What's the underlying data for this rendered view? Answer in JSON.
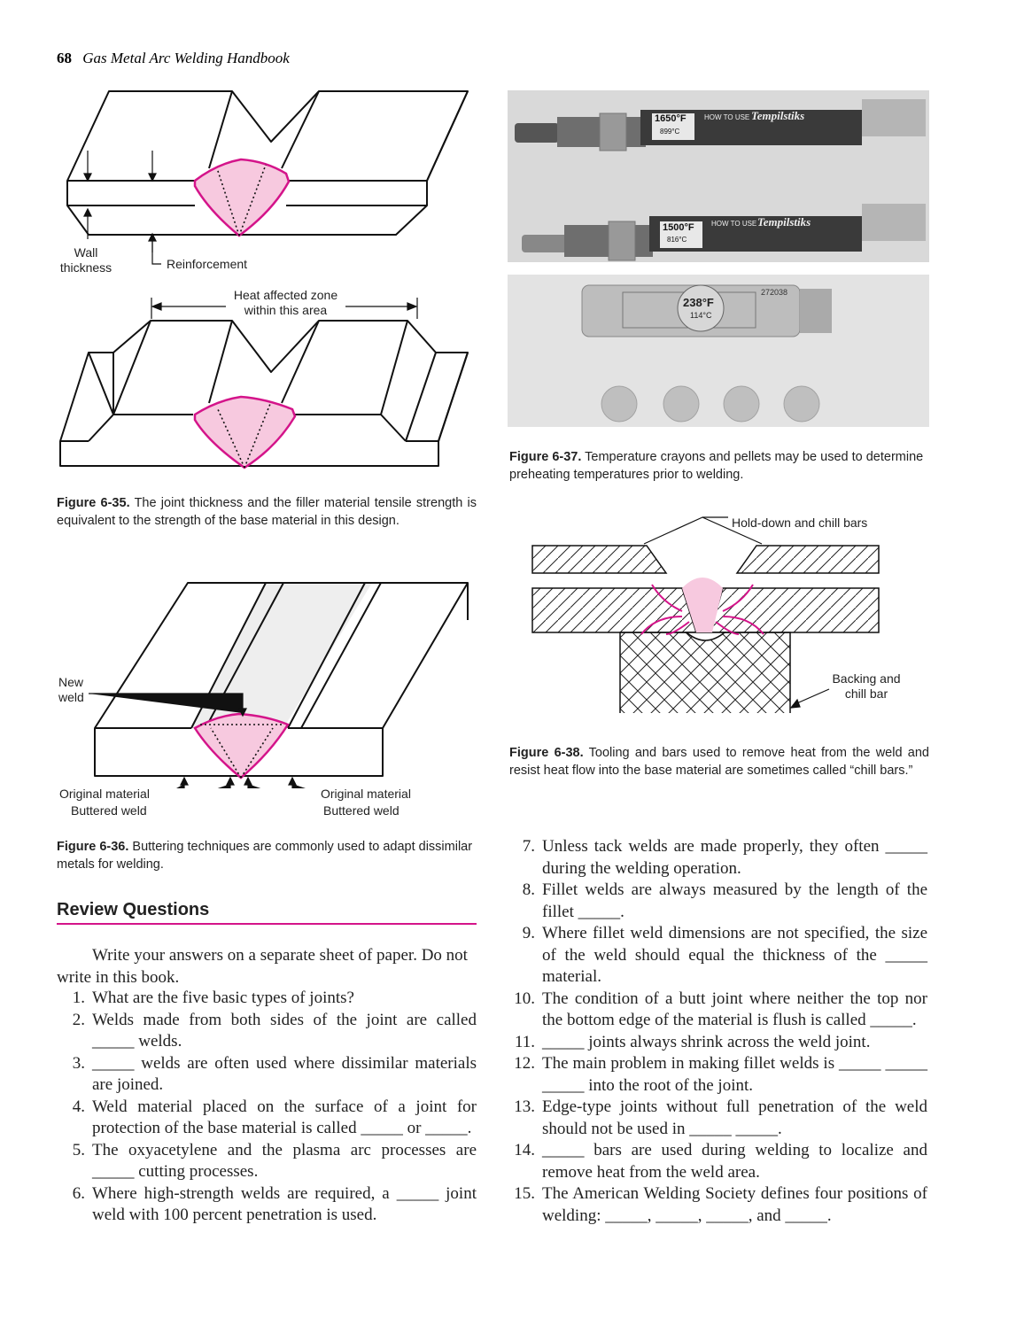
{
  "header": {
    "page_number": "68",
    "book_title": "Gas Metal Arc Welding Handbook"
  },
  "fig35": {
    "wall_label": "Wall\nthickness",
    "reinforcement_label": "Reinforcement",
    "haz_label": "Heat affected zone\nwithin this area",
    "caption_num": "Figure 6-35.",
    "caption_text": " The joint thickness and the filler material tensile strength is equivalent to the strength of the base material in this design."
  },
  "fig36": {
    "new_weld_label": "New\nweld",
    "orig_left": "Original material",
    "butt_left": "Buttered weld",
    "orig_right": "Original material",
    "butt_right": "Buttered weld",
    "caption_num": "Figure 6-36.",
    "caption_text": " Buttering techniques are commonly used to adapt dissimilar metals for welding."
  },
  "fig37": {
    "crayon1_temp": "1650°F",
    "crayon1_sub": "899°C",
    "crayon1_brand": "Tempilstiks",
    "crayon1_how": "HOW TO USE",
    "crayon2_temp": "1500°F",
    "crayon2_sub": "816°C",
    "crayon2_brand": "Tempilstiks",
    "crayon2_how": "HOW TO USE",
    "pellet_temp": "238°F",
    "pellet_sub": "114°C",
    "pellet_code": "272038",
    "caption_num": "Figure 6-37.",
    "caption_text": " Temperature crayons and pellets may be used to determine preheating temperatures prior to welding."
  },
  "fig38": {
    "holddown_label": "Hold-down and chill bars",
    "backing_label": "Backing and\nchill bar",
    "caption_num": "Figure 6-38.",
    "caption_text": " Tooling and bars used to remove heat from the weld and resist heat flow into the base material are sometimes called “chill bars.”"
  },
  "review": {
    "heading": "Review Questions",
    "intro": "Write your answers on a separate sheet of paper. Do not write in this book.",
    "questions_left": [
      {
        "n": "1.",
        "t": "What are the five basic types of joints?"
      },
      {
        "n": "2.",
        "t": "Welds made from both sides of the joint are called _____ welds."
      },
      {
        "n": "3.",
        "t": "_____ welds are often used where dissimilar materials are joined."
      },
      {
        "n": "4.",
        "t": "Weld material placed on the surface of a joint for protection of the base material is called _____ or _____."
      },
      {
        "n": "5.",
        "t": "The oxyacetylene and the plasma arc processes are _____ cutting processes."
      },
      {
        "n": "6.",
        "t": "Where high-strength welds are required, a _____ joint weld with 100 percent penetration is used."
      }
    ],
    "questions_right": [
      {
        "n": "7.",
        "t": "Unless tack welds are made properly, they often _____ during the welding operation."
      },
      {
        "n": "8.",
        "t": "Fillet welds are always measured by the length of the fillet _____."
      },
      {
        "n": "9.",
        "t": "Where fillet weld dimensions are not specified, the size of the weld should equal the thickness of the _____ material."
      },
      {
        "n": "10.",
        "t": "The condition of a butt joint where neither the top nor the bottom edge of the material is flush is called _____."
      },
      {
        "n": "11.",
        "t": "_____ joints always shrink across the weld joint."
      },
      {
        "n": "12.",
        "t": "The main problem in making fillet welds is _____ _____ _____ into the root of the joint."
      },
      {
        "n": "13.",
        "t": "Edge-type joints without full penetration of the weld should not be used in _____ _____."
      },
      {
        "n": "14.",
        "t": "_____ bars are used during welding to localize and remove heat from the weld area."
      },
      {
        "n": "15.",
        "t": "The American Welding Society defines four positions of welding: _____, _____, _____, and _____."
      }
    ]
  }
}
